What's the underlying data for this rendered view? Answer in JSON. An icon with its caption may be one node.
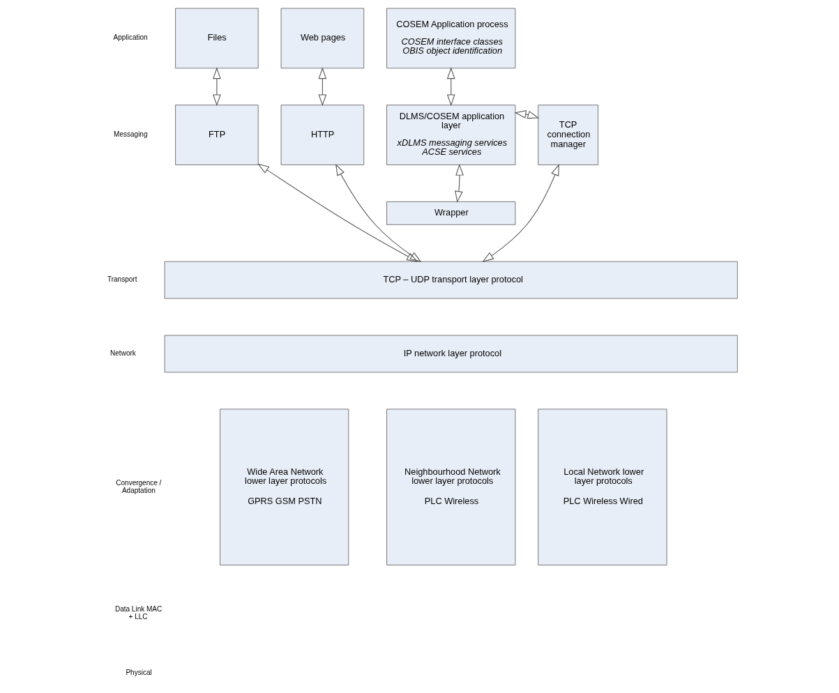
{
  "diagram": {
    "nodes": [
      {
        "text": [
          "Files"
        ]
      },
      {
        "text": [
          "Web pages"
        ]
      },
      {
        "text": [
          "COSEM Application process",
          "COSEM interface classes OBIS object identification"
        ]
      },
      {
        "text": [
          "FTP"
        ]
      },
      {
        "text": [
          "HTTP"
        ]
      },
      {
        "text": [
          "DLMS/COSEM application layer",
          "xDLMS messaging services ACSE services"
        ]
      },
      {
        "text": [
          "TCP connection manager"
        ]
      },
      {
        "text": [
          "Wrapper"
        ]
      },
      {
        "text": [
          "TCP – UDP transport layer protocol"
        ]
      },
      {
        "text": [
          "IP network layer protocol"
        ]
      },
      {
        "text": [
          "Wide Area Network lower layer protocols",
          "GPRS GSM PSTN"
        ]
      },
      {
        "text": [
          "Neighbourhood Network lower layer protocols",
          "PLC Wireless"
        ]
      },
      {
        "text": [
          "Local Network lower layer protocols",
          "PLC Wireless Wired"
        ]
      }
    ],
    "edges": [
      {
        "from": 0,
        "to": 3,
        "arrow": "both"
      },
      {
        "from": 1,
        "to": 4,
        "arrow": "both"
      },
      {
        "from": 2,
        "to": 5,
        "arrow": "both"
      },
      {
        "from": 5,
        "to": 6,
        "arrow": "both"
      },
      {
        "from": 3,
        "to": 8,
        "arrow": "both"
      },
      {
        "from": 4,
        "to": 8,
        "arrow": "both"
      },
      {
        "from": 5,
        "to": 7,
        "arrow": "both"
      },
      {
        "from": 6,
        "to": 8,
        "arrow": "both"
      }
    ],
    "labels": [
      "Application",
      "Messaging",
      "Transport",
      "Network",
      "Convergence / Adaptation",
      "Data Link MAC + LLC",
      "Physical"
    ]
  }
}
